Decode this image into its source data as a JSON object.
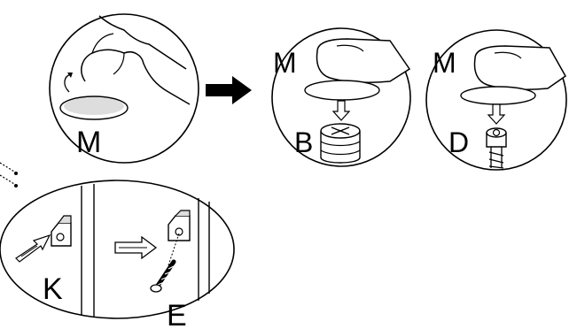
{
  "labels": {
    "panel1_part": "M",
    "panel2_part_top": "M",
    "panel2_part_bottom": "B",
    "panel3_part_top": "M",
    "panel3_part_bottom": "D",
    "panel4_part_left": "K",
    "panel4_part_bottom": "E"
  },
  "colors": {
    "stroke": "#000000",
    "background": "#ffffff"
  }
}
